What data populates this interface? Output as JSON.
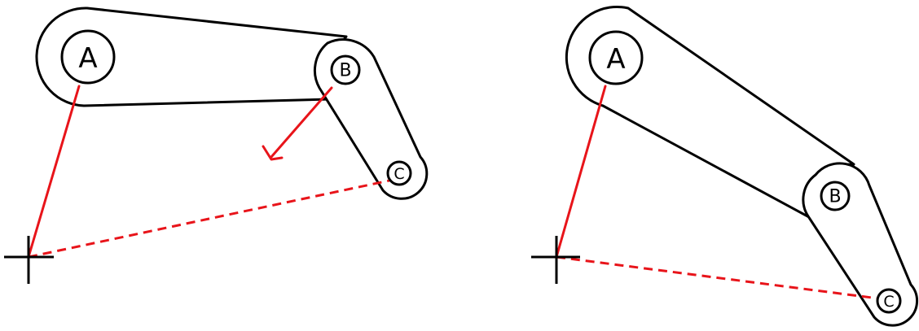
{
  "colors": {
    "outline": "#000000",
    "reference_line": "#e8141a",
    "background": "#ffffff"
  },
  "configurations": [
    {
      "name": "left",
      "labels": {
        "a": "A",
        "b": "B",
        "c": "C"
      },
      "icons": [
        "target-crosshair-icon",
        "motion-arrow-icon"
      ]
    },
    {
      "name": "right",
      "labels": {
        "a": "A",
        "b": "B",
        "c": "C"
      },
      "icons": [
        "target-crosshair-icon"
      ]
    }
  ]
}
